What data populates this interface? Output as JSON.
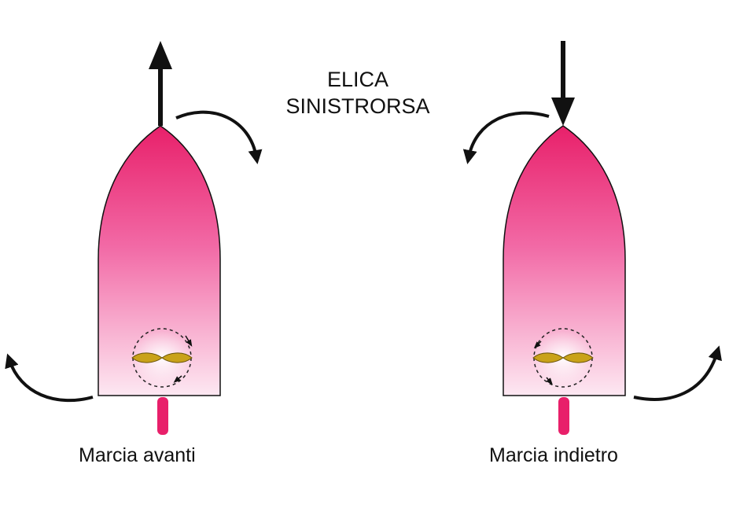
{
  "diagram": {
    "title_line1": "ELICA",
    "title_line2": "SINISTRORSA",
    "left_caption": "Marcia avanti",
    "right_caption": "Marcia indietro"
  },
  "colors": {
    "hull_top": "#e8206a",
    "hull_bottom": "#fde8f2",
    "rudder": "#e8206a",
    "propeller": "#c9a21a",
    "arrow": "#111111"
  },
  "icons": {
    "force_arrow": "straight-arrow",
    "turn_arrow": "curved-arrow",
    "rotation": "dashed-circle-arrows"
  }
}
